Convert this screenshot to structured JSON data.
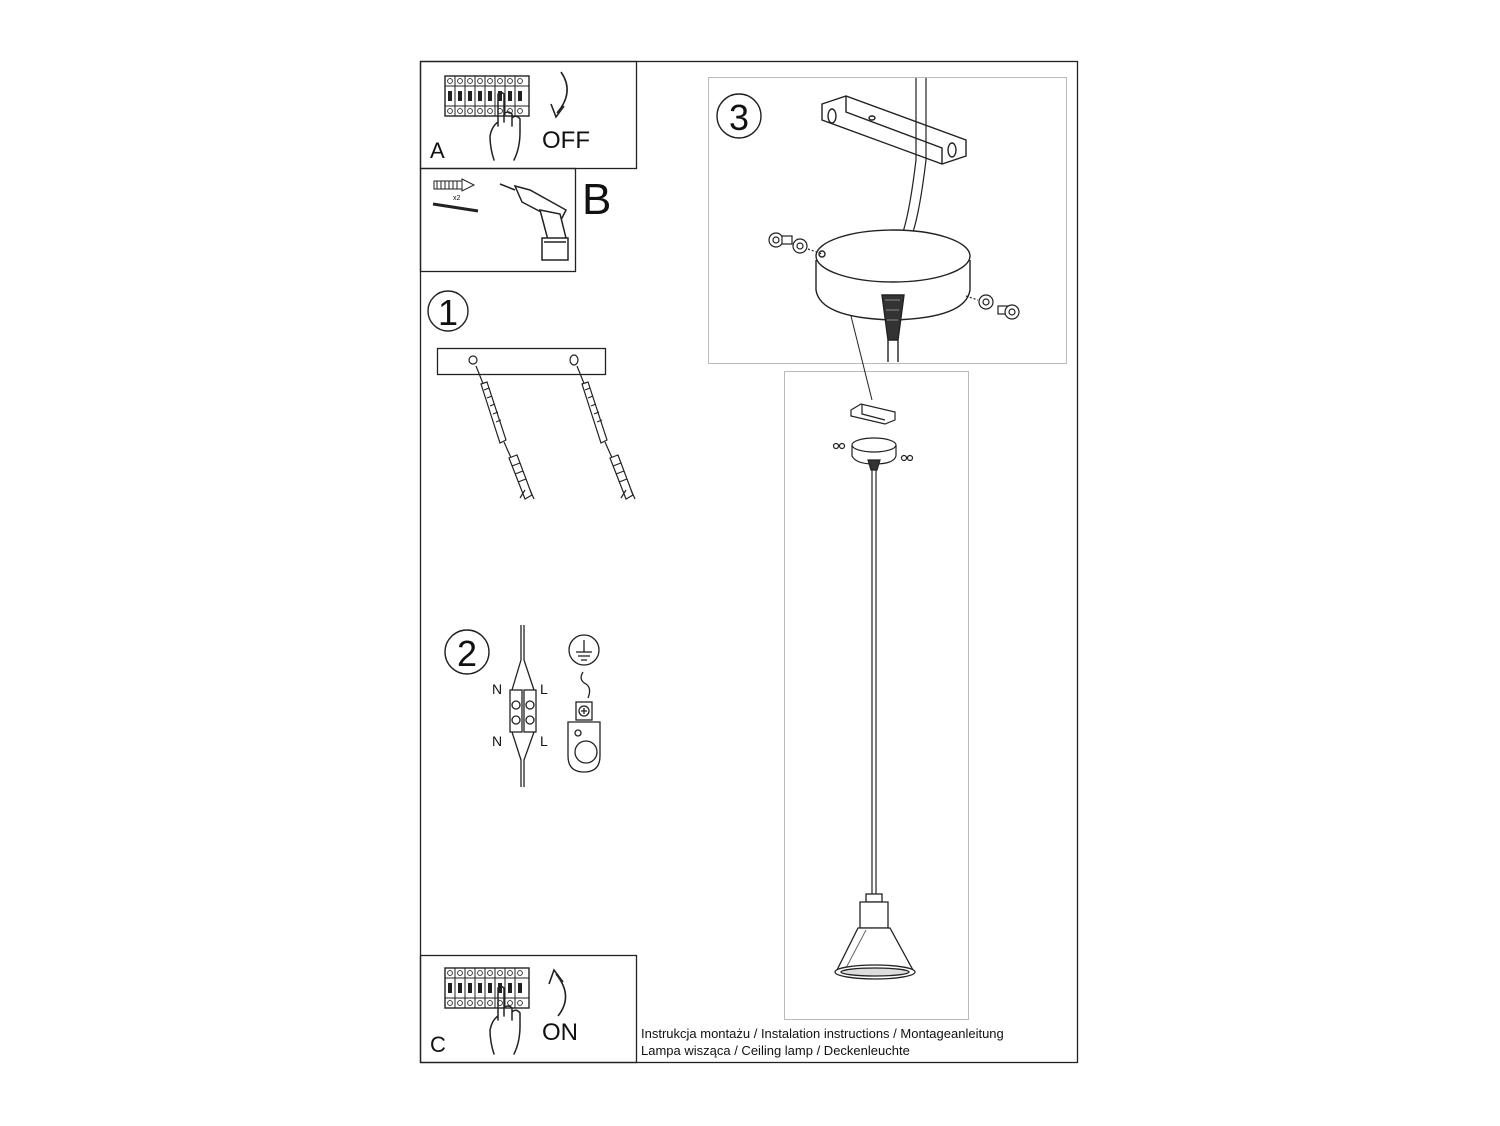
{
  "panel_a": {
    "letter": "A",
    "switch_state": "OFF",
    "icon": "circuit-breaker-icon"
  },
  "panel_b": {
    "letter": "B",
    "quantity": "x2",
    "tools": [
      "wall-plug-screw-icon",
      "drill-icon"
    ]
  },
  "step_1": {
    "number": "1"
  },
  "step_2": {
    "number": "2",
    "terminal_labels": [
      "N",
      "L",
      "N",
      "L"
    ],
    "ground_icon": "earth-ground-icon"
  },
  "step_3": {
    "number": "3"
  },
  "panel_c": {
    "letter": "C",
    "switch_state": "ON",
    "icon": "circuit-breaker-icon"
  },
  "footer": {
    "line1": "Instrukcja montażu / Instalation instructions / Montageanleitung",
    "line2": "Lampa wisząca / Ceiling lamp / Deckenleuchte"
  }
}
